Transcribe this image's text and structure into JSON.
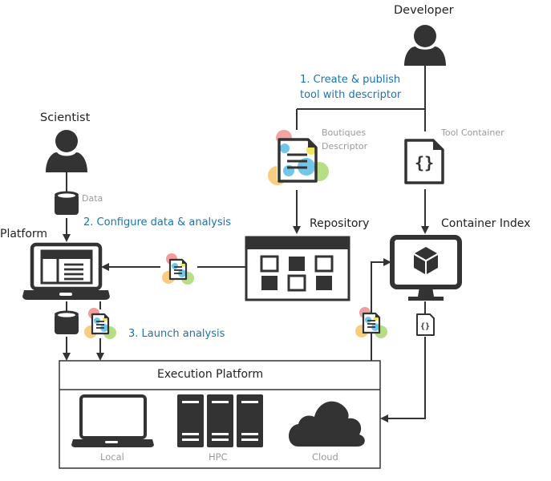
{
  "actors": {
    "developer": "Developer",
    "scientist": "Scientist"
  },
  "steps": {
    "step1_line1": "1. Create & publish",
    "step1_line2": "tool with descriptor",
    "step2": "2. Configure data & analysis",
    "step3": "3. Launch analysis"
  },
  "artifacts": {
    "boutiques_line1": "Boutiques",
    "boutiques_line2": "Descriptor",
    "tool_container": "Tool Container",
    "data": "Data"
  },
  "nodes": {
    "repository": "Repository",
    "container_index": "Container Index",
    "platform": "Platform",
    "execution_platform": "Execution Platform"
  },
  "execution_targets": [
    "Local",
    "HPC",
    "Cloud"
  ],
  "colors": {
    "ink": "#333333",
    "step_text": "#1f73a8",
    "muted_text": "#9a9a9a",
    "logo_red": "#ef8c8c",
    "logo_blue": "#4fb9e3",
    "logo_yellow": "#f0e24a",
    "logo_orange": "#f7c46a",
    "logo_green": "#a9d86e"
  }
}
